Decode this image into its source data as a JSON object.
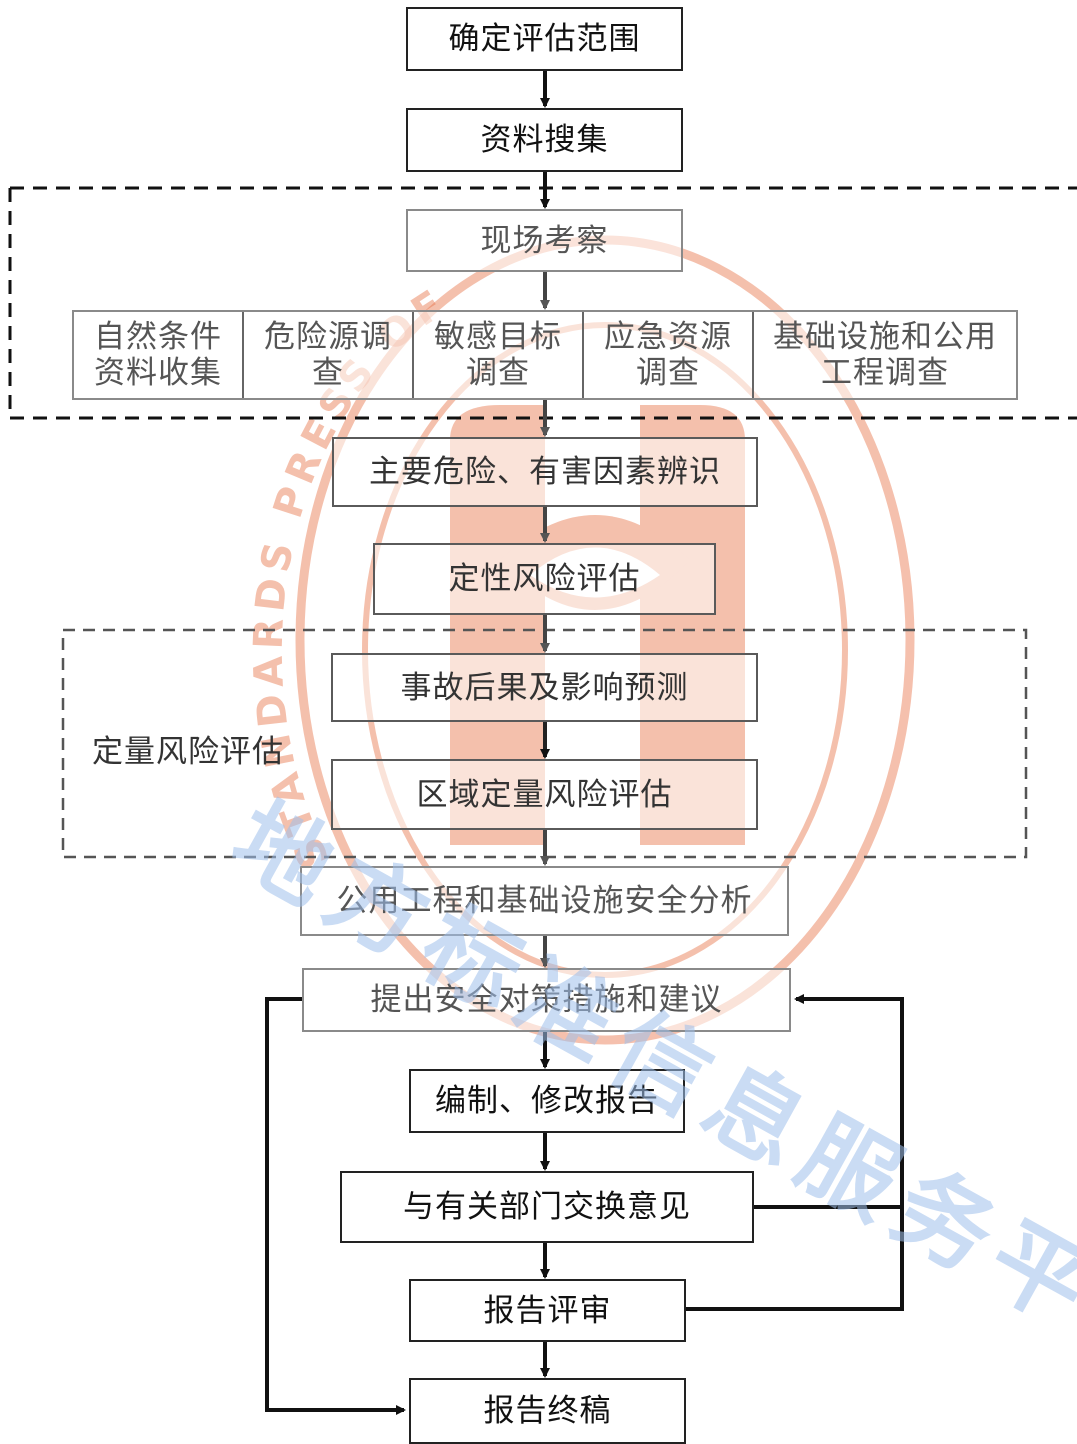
{
  "nodes": {
    "scope": "确定评估范围",
    "collect": "资料搜集",
    "survey": "现场考察",
    "sub": [
      {
        "line1": "自然条件",
        "line2": "资料收集"
      },
      {
        "line1": "危险源调",
        "line2": "查"
      },
      {
        "line1": "敏感目标",
        "line2": "调查"
      },
      {
        "line1": "应急资源",
        "line2": "调查"
      },
      {
        "line1": "基础设施和公用",
        "line2": "工程调查"
      }
    ],
    "hazard": "主要危险、有害因素辨识",
    "qualitative": "定性风险评估",
    "consequence": "事故后果及影响预测",
    "regional": "区域定量风险评估",
    "utility": "公用工程和基础设施安全分析",
    "measures": "提出安全对策措施和建议",
    "draft": "编制、修改报告",
    "exchange": "与有关部门交换意见",
    "review": "报告评审",
    "final": "报告终稿"
  },
  "groups": {
    "quantitative_label": "定量风险评估"
  },
  "watermark": {
    "ring_text": "STANDARDS PRESS OF SHANXI",
    "diagonal_text": "地方标准信息服务平台",
    "seal_color": "#e8744a",
    "diagonal_color": "#9fc0ec"
  }
}
